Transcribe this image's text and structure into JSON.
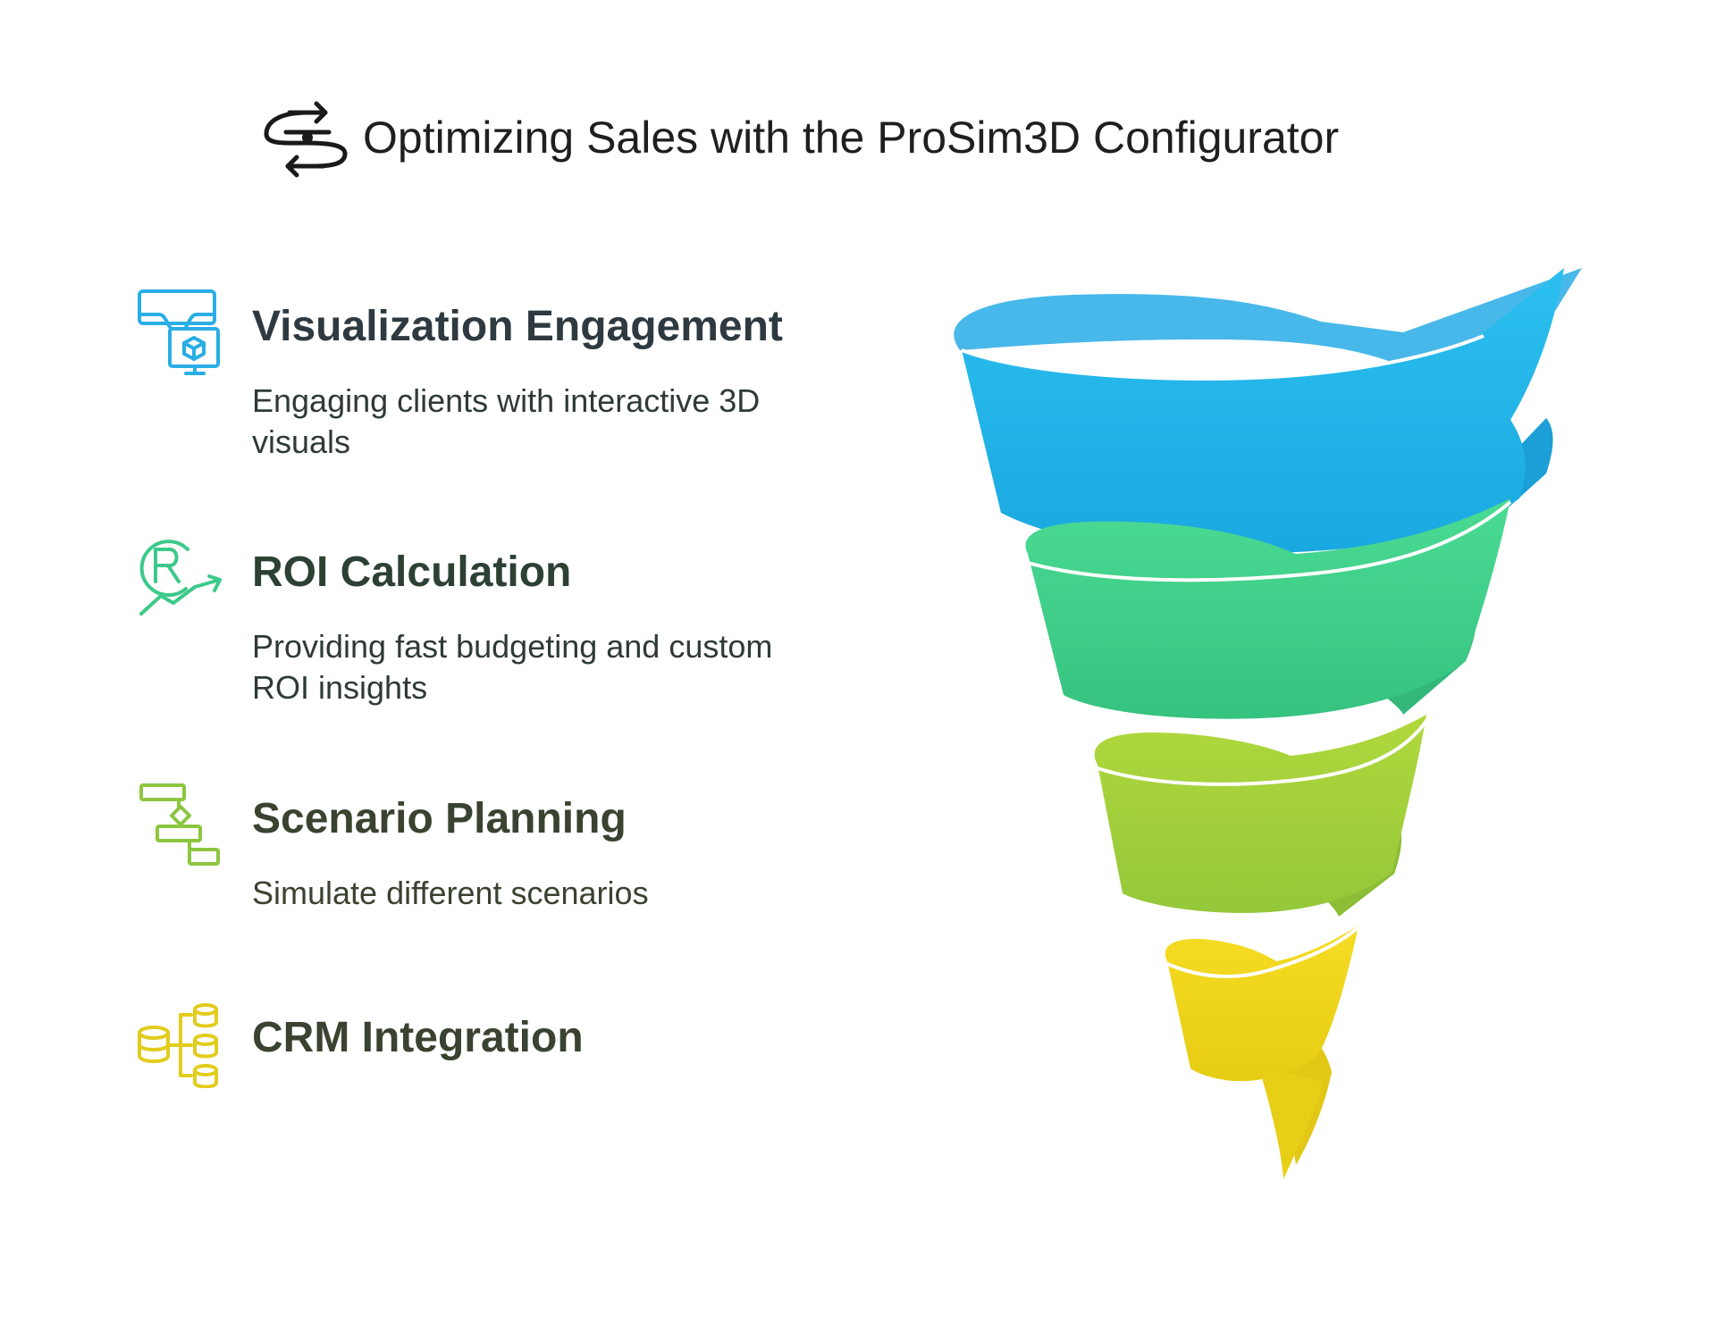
{
  "title": "Optimizing Sales with the ProSim3D Configurator",
  "items": [
    {
      "heading": "Visualization Engagement",
      "description": "Engaging clients with interactive 3D visuals",
      "icon": "vr-headset-cube-icon",
      "color": "#29aee5"
    },
    {
      "heading": "ROI Calculation",
      "description": "Providing fast budgeting and custom ROI insights",
      "icon": "roi-growth-arrow-icon",
      "color": "#3cc98a"
    },
    {
      "heading": "Scenario Planning",
      "description": "Simulate different scenarios",
      "icon": "flowchart-icon",
      "color": "#8cc63f"
    },
    {
      "heading": "CRM Integration",
      "description": "",
      "icon": "database-stack-icon",
      "color": "#e2cc1c"
    }
  ],
  "colors": {
    "heading_dark_slate": "#2e3a40",
    "heading_dark_green": "#2d4034",
    "heading_dark_olive": "#3a4230",
    "funnel_blue": "#22b8ec",
    "funnel_green": "#43d38c",
    "funnel_lime": "#a3d23c",
    "funnel_yellow": "#f2d81e"
  }
}
